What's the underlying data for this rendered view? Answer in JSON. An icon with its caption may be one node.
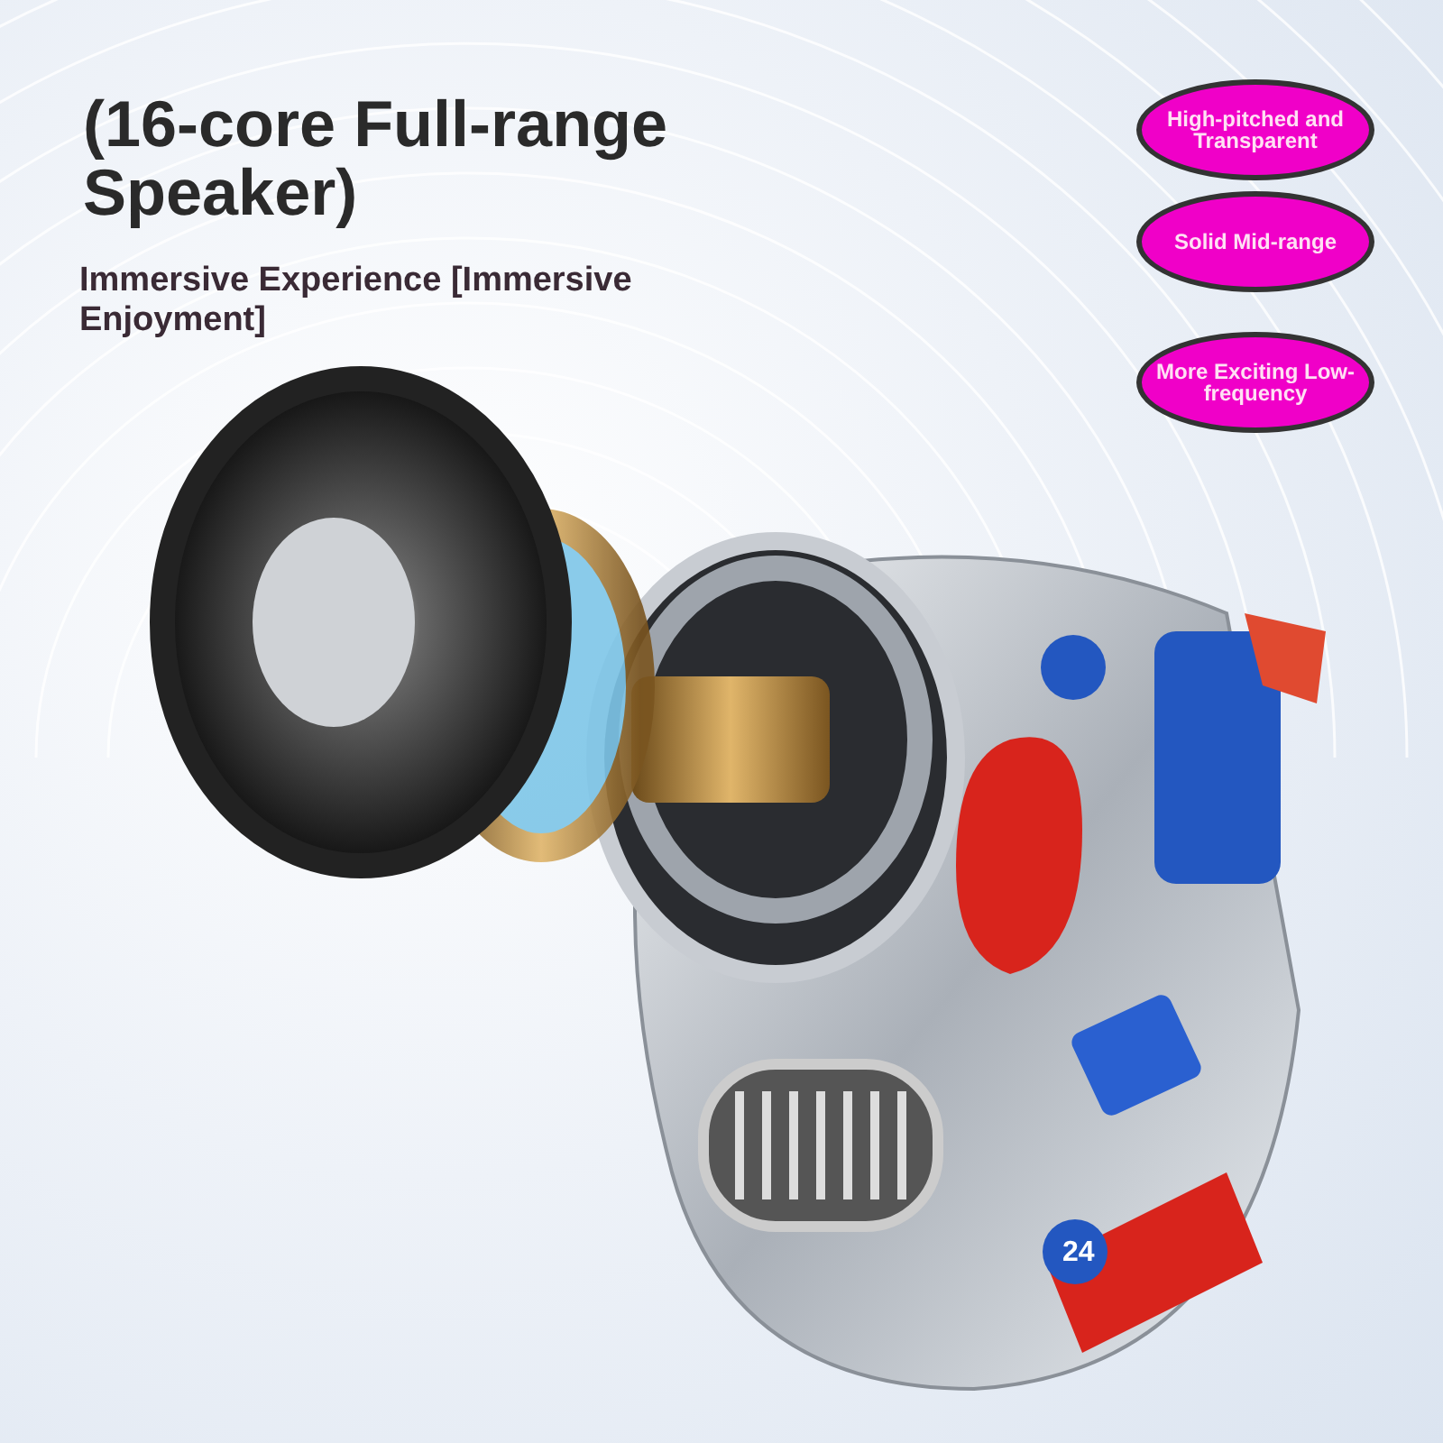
{
  "diagram": {
    "title": "(16-core Full-range Speaker)",
    "nodes": [
      {
        "text": [
          "High-pitched and Transparent"
        ]
      },
      {
        "text": [
          "Solid Mid-range"
        ]
      },
      {
        "text": [
          "More Exciting Low-frequency"
        ]
      }
    ],
    "labels": [
      "Immersive Experience [Immersive Enjoyment]",
      "24"
    ]
  }
}
